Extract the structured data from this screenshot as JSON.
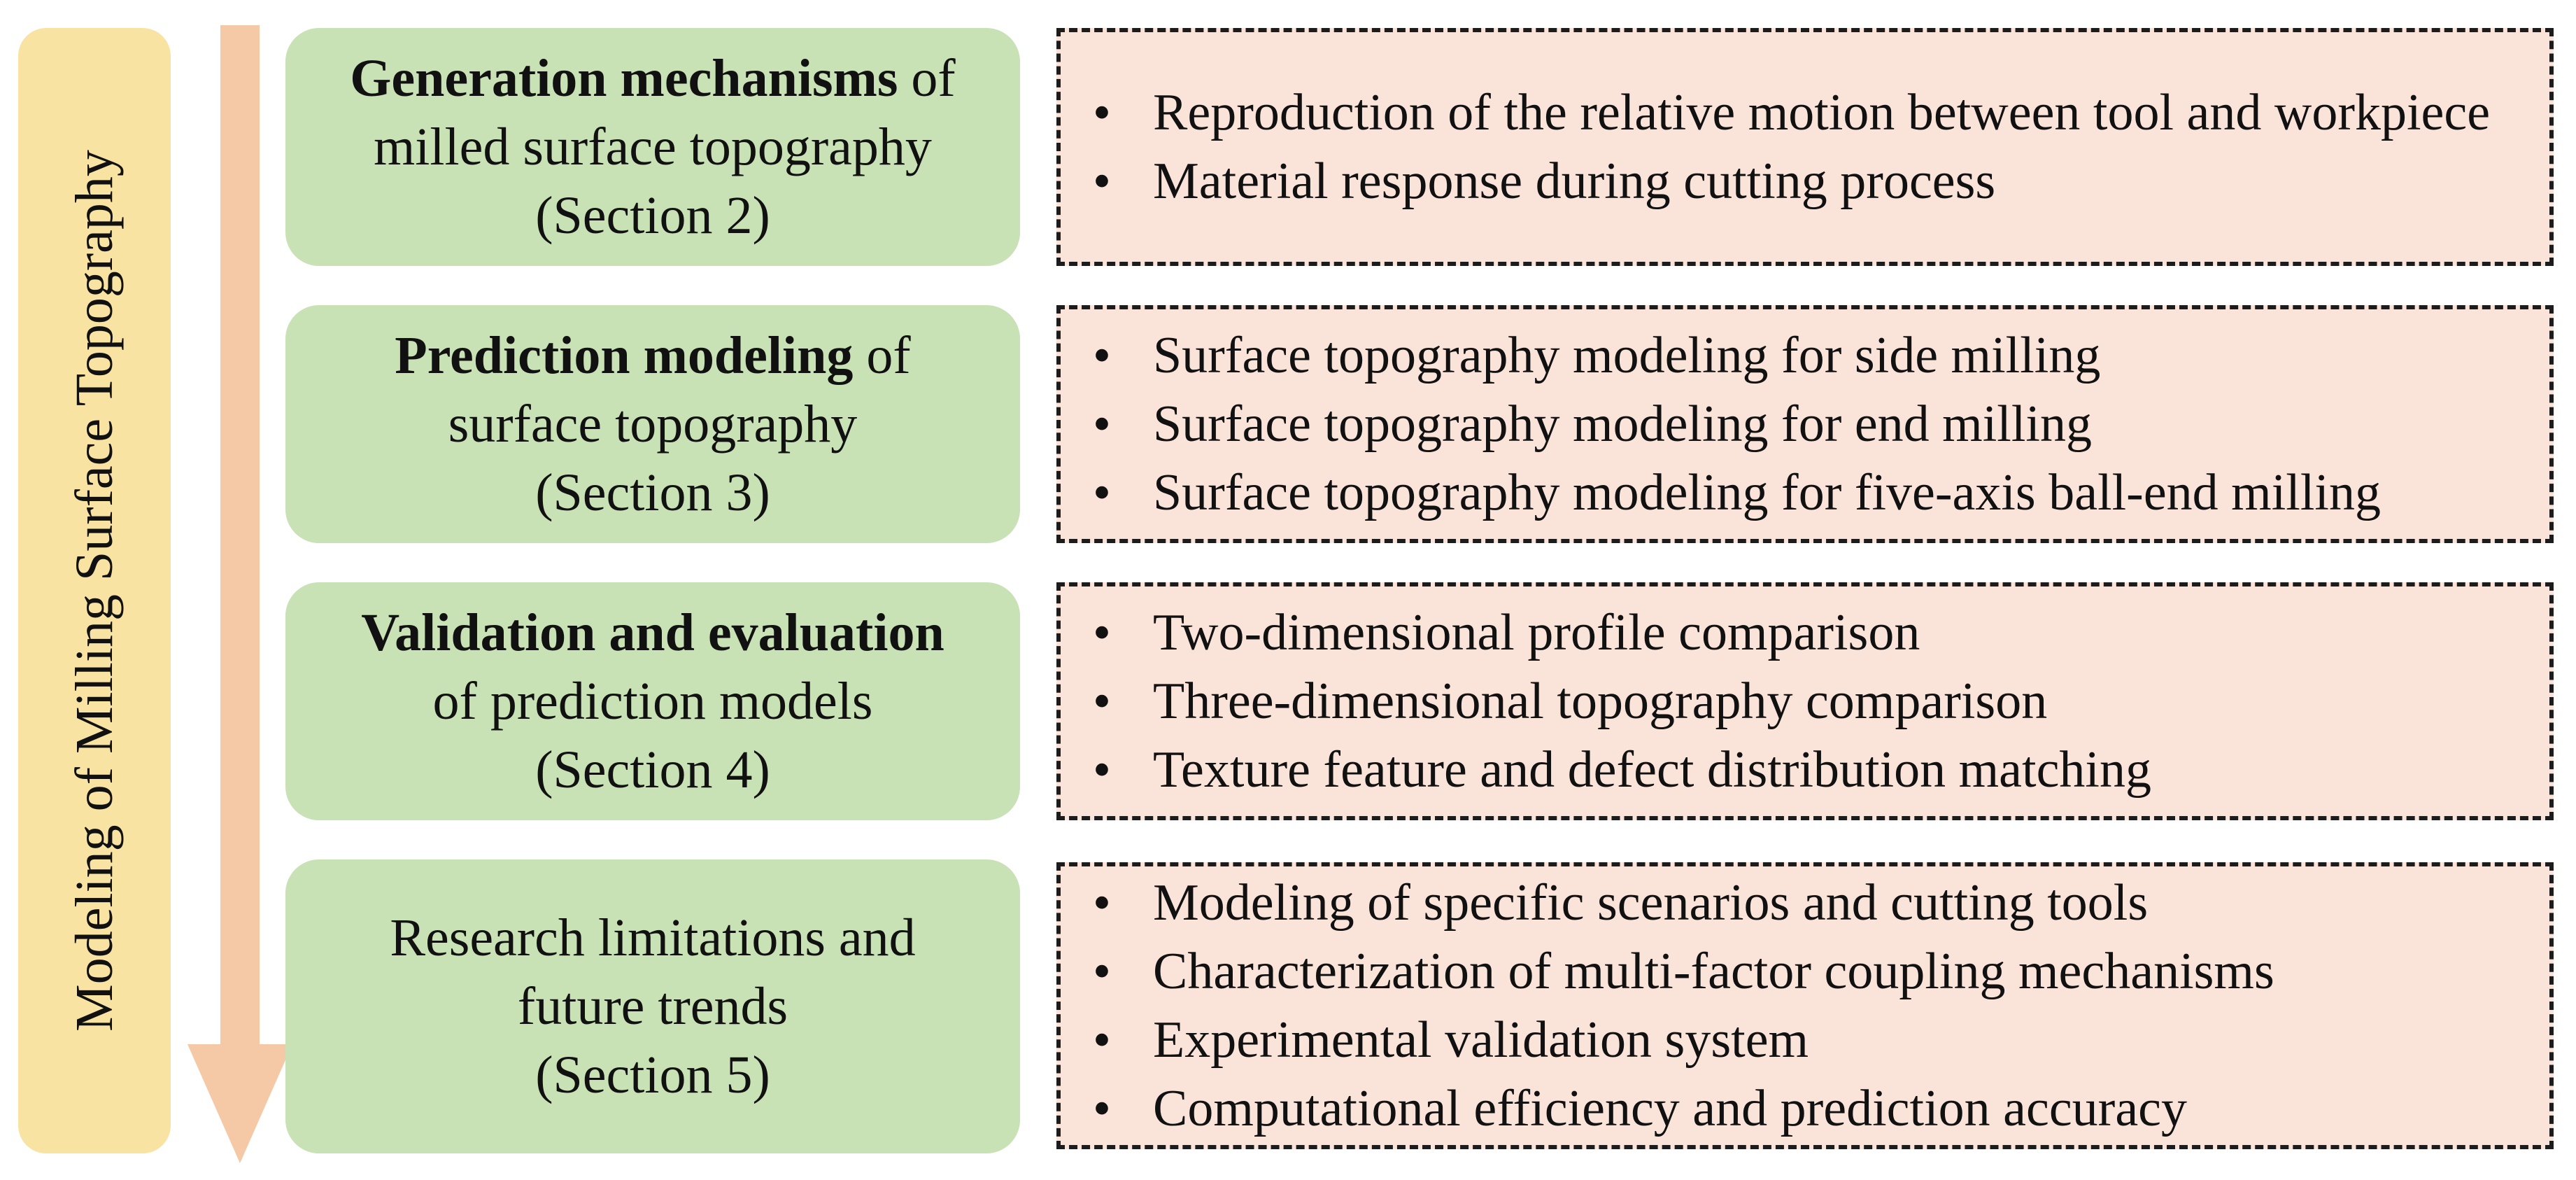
{
  "colors": {
    "side_bar": "#f9e3a2",
    "arrow": "#f6c9a6",
    "stage_box": "#c8e1b5",
    "detail_box": "#fae3d9"
  },
  "side_title": "Modeling of Milling Surface Topography",
  "bullet_glyph": "•",
  "stages": [
    {
      "lines": [
        {
          "bold": "Generation mechanisms",
          "normal": " of"
        },
        {
          "bold": "",
          "normal": "milled surface topography"
        },
        {
          "bold": "",
          "normal": "(Section 2)"
        }
      ],
      "details": [
        "Reproduction of the relative motion between tool and workpiece",
        "Material response during cutting process"
      ]
    },
    {
      "lines": [
        {
          "bold": "Prediction modeling",
          "normal": " of"
        },
        {
          "bold": "",
          "normal": "surface topography"
        },
        {
          "bold": "",
          "normal": "(Section 3)"
        }
      ],
      "details": [
        "Surface topography modeling for side milling",
        "Surface topography modeling for end milling",
        "Surface topography modeling for five-axis ball-end milling"
      ]
    },
    {
      "lines": [
        {
          "bold": "Validation and evaluation",
          "normal": ""
        },
        {
          "bold": "",
          "normal": "of prediction models"
        },
        {
          "bold": "",
          "normal": "(Section 4)"
        }
      ],
      "details": [
        "Two-dimensional profile comparison",
        "Three-dimensional topography comparison",
        "Texture feature and defect distribution matching"
      ]
    },
    {
      "lines": [
        {
          "bold": "",
          "normal": "Research limitations and"
        },
        {
          "bold": "",
          "normal": "future trends"
        },
        {
          "bold": "",
          "normal": "(Section 5)"
        }
      ],
      "details": [
        "Modeling of specific scenarios and cutting tools",
        "Characterization of multi-factor coupling mechanisms",
        "Experimental validation system",
        "Computational efficiency and prediction accuracy"
      ]
    }
  ]
}
